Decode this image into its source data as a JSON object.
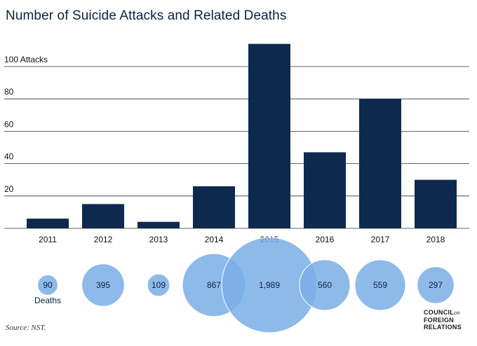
{
  "title": "Number of Suicide Attacks and Related Deaths",
  "source": "Source: NST.",
  "logo": {
    "line1": "COUNCIL",
    "small": "on",
    "line2": "FOREIGN",
    "line3": "RELATIONS"
  },
  "colors": {
    "bar": "#0d2a4e",
    "bubble": "#7aaee6",
    "bubble_stroke": "#ffffff",
    "bubble_text": "#0d2240",
    "grid": "#333333",
    "text": "#111111"
  },
  "chart_data": [
    {
      "type": "bar",
      "title": "Number of Suicide Attacks and Related Deaths",
      "categories": [
        "2011",
        "2012",
        "2013",
        "2014",
        "2015",
        "2016",
        "2017",
        "2018"
      ],
      "values": [
        6,
        15,
        4,
        26,
        114,
        47,
        80,
        30
      ],
      "ylim": [
        0,
        100
      ],
      "yticks": [
        {
          "value": 20,
          "label": "20"
        },
        {
          "value": 40,
          "label": "40"
        },
        {
          "value": 60,
          "label": "60"
        },
        {
          "value": 80,
          "label": "80"
        },
        {
          "value": 100,
          "label": "100 Attacks"
        }
      ],
      "grid": true
    },
    {
      "type": "scatter",
      "categories": [
        "2011",
        "2012",
        "2013",
        "2014",
        "2015",
        "2016",
        "2017",
        "2018"
      ],
      "values": [
        90,
        395,
        109,
        867,
        1989,
        560,
        559,
        297
      ],
      "labels": [
        "90",
        "395",
        "109",
        "867",
        "1,989",
        "560",
        "559",
        "297"
      ],
      "unit_label": "Deaths"
    }
  ]
}
